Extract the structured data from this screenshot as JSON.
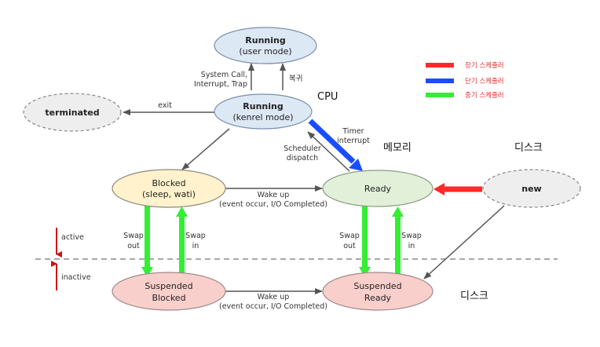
{
  "states": {
    "running_user": {
      "title": "Running",
      "sub": "(user mode)"
    },
    "running_kernel": {
      "title": "Running",
      "sub": "(kenrel mode)"
    },
    "terminated": {
      "title": "terminated"
    },
    "blocked": {
      "title": "Blocked",
      "sub": "(sleep, wati)"
    },
    "ready": {
      "title": "Ready"
    },
    "new": {
      "title": "new"
    },
    "suspended_blocked": {
      "title": "Suspended",
      "sub": "Blocked"
    },
    "suspended_ready": {
      "title": "Suspended",
      "sub": "Ready"
    }
  },
  "transitions": {
    "syscall": [
      "System Call,",
      "Interrupt, Trap"
    ],
    "return": "복귀",
    "exit": "exit",
    "timer": [
      "Timer",
      "interrupt"
    ],
    "scheduler": [
      "Scheduler",
      "dispatch"
    ],
    "wakeup_top": [
      "Wake up",
      "(event occur, I/O Completed)"
    ],
    "wakeup_bottom": [
      "Wake up",
      "(event occur, I/O Completed)"
    ],
    "swap_out_left": [
      "Swap",
      "out"
    ],
    "swap_in_left": [
      "Swap",
      "in"
    ],
    "swap_out_right": [
      "Swap",
      "out"
    ],
    "swap_in_right": [
      "Swap",
      "in"
    ]
  },
  "regions": {
    "cpu": "CPU",
    "memory": "메모리",
    "disk_top": "디스크",
    "disk_bottom": "디스크",
    "active": "active",
    "inactive": "inactive"
  },
  "legend": [
    {
      "label": "장기 스케줄러",
      "color": "#ff2a2a"
    },
    {
      "label": "단기 스케줄러",
      "color": "#1a4dff"
    },
    {
      "label": "중기 스케줄러",
      "color": "#33ee33"
    }
  ],
  "colors": {
    "running": "#dde8f5",
    "blocked": "#fff2cc",
    "ready": "#e2f0d9",
    "suspended": "#f8cfcb",
    "gray_node": "#eeeeee",
    "long_term": "#ff2a2a",
    "short_term": "#1a4dff",
    "mid_term": "#33ee33",
    "marker": "#cc1111"
  }
}
